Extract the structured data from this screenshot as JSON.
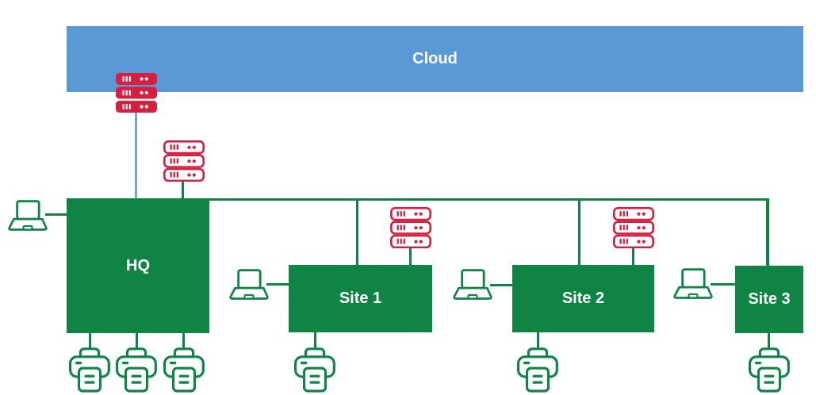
{
  "diagram": {
    "type": "network-topology",
    "cloud": {
      "label": "Cloud",
      "fill": "#5B99D6",
      "text_color": "#FFFFFF"
    },
    "nodes": [
      {
        "id": "hq",
        "label": "HQ"
      },
      {
        "id": "site1",
        "label": "Site 1"
      },
      {
        "id": "site2",
        "label": "Site 2"
      },
      {
        "id": "site3",
        "label": "Site 3"
      }
    ],
    "colors": {
      "node_fill": "#108445",
      "node_text": "#FFFFFF",
      "link": "#108445",
      "cloud_link": "#6FA8DC",
      "server": "#D61E3F"
    },
    "icons": {
      "rack_server_solid": "3-unit rack server, solid red fill with white indicators",
      "rack_server_outline": "3-unit rack server, red outline with red indicators",
      "laptop": "laptop, green outline",
      "printer": "printer, green outline"
    },
    "device_counts": {
      "rack_servers": 4,
      "laptops": 4,
      "printers": 6
    }
  }
}
